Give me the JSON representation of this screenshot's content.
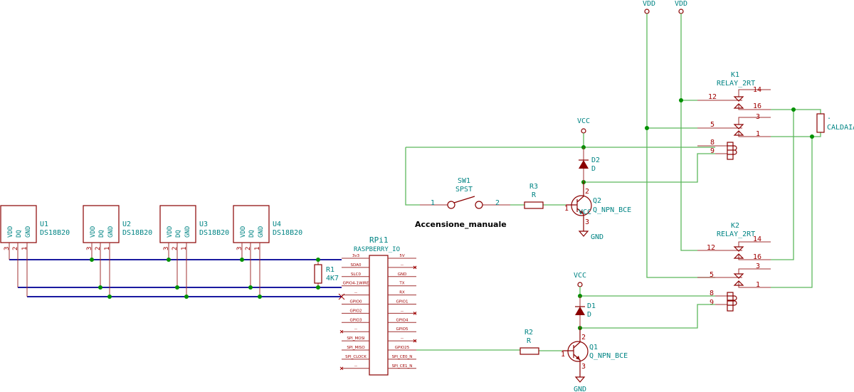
{
  "power": {
    "vdd": "VDD",
    "vcc": "VCC",
    "gnd": "GND"
  },
  "sensors": [
    {
      "ref": "U1",
      "value": "DS18B20",
      "pins": [
        "VDD",
        "DQ",
        "GND"
      ],
      "pin_numbers": [
        "3",
        "2",
        "1"
      ]
    },
    {
      "ref": "U2",
      "value": "DS18B20",
      "pins": [
        "VDD",
        "DQ",
        "GND"
      ],
      "pin_numbers": [
        "3",
        "2",
        "1"
      ]
    },
    {
      "ref": "U3",
      "value": "DS18B20",
      "pins": [
        "VDD",
        "DQ",
        "GND"
      ],
      "pin_numbers": [
        "3",
        "2",
        "1"
      ]
    },
    {
      "ref": "U4",
      "value": "DS18B20",
      "pins": [
        "VDD",
        "DQ",
        "GND"
      ],
      "pin_numbers": [
        "3",
        "2",
        "1"
      ]
    }
  ],
  "r1": {
    "ref": "R1",
    "value": "4K7"
  },
  "rpi": {
    "ref": "RPi1",
    "value": "RASPBERRY_IO",
    "left_pins": [
      "3v3",
      "SDA0",
      "SLC0",
      "GPIO4-1WIRE",
      "--",
      "GPIO0",
      "GPIO2",
      "GPIO3",
      "--",
      "SPI_MOSI",
      "SPI_MISO",
      "SPI_CLOCK",
      "--"
    ],
    "right_pins": [
      "5V",
      "--",
      "GND",
      "TX",
      "RX",
      "GPIO1",
      "--",
      "GPIO4",
      "GPIO5",
      "--",
      "GPIO25",
      "SPI_CE0_N",
      "SPI_CE1_N"
    ]
  },
  "sw1": {
    "ref": "SW1",
    "value": "SPST",
    "pin1": "1",
    "pin2": "2"
  },
  "note": "Accensione_manuale",
  "r3": {
    "ref": "R3",
    "value": "R"
  },
  "r2": {
    "ref": "R2",
    "value": "R"
  },
  "q2": {
    "ref": "Q2",
    "value": "Q_NPN_BCE",
    "pin_b": "1",
    "pin_c": "2",
    "pin_e": "3",
    "overlap_label": "VCC"
  },
  "q1": {
    "ref": "Q1",
    "value": "Q_NPN_BCE",
    "pin_b": "1",
    "pin_c": "2",
    "pin_e": "3"
  },
  "d2": {
    "ref": "D2",
    "value": "D"
  },
  "d1": {
    "ref": "D1",
    "value": "D"
  },
  "k1": {
    "ref": "K1",
    "value": "RELAY_2RT",
    "pins": {
      "p14": "14",
      "p12": "12",
      "p16": "16",
      "p3": "3",
      "p5": "5",
      "p1": "1",
      "p8": "8",
      "p9": "9"
    }
  },
  "k2": {
    "ref": "K2",
    "value": "RELAY_2RT",
    "pins": {
      "p14": "14",
      "p12": "12",
      "p16": "16",
      "p3": "3",
      "p5": "5",
      "p1": "1",
      "p8": "8",
      "p9": "9"
    }
  },
  "load": {
    "ref": ".",
    "value": "CALDAIA"
  },
  "colors": {
    "component": "#8a0000",
    "label": "#008484",
    "wire": "#5cb85c",
    "bus": "#1a1aa0",
    "junction": "#009000"
  }
}
